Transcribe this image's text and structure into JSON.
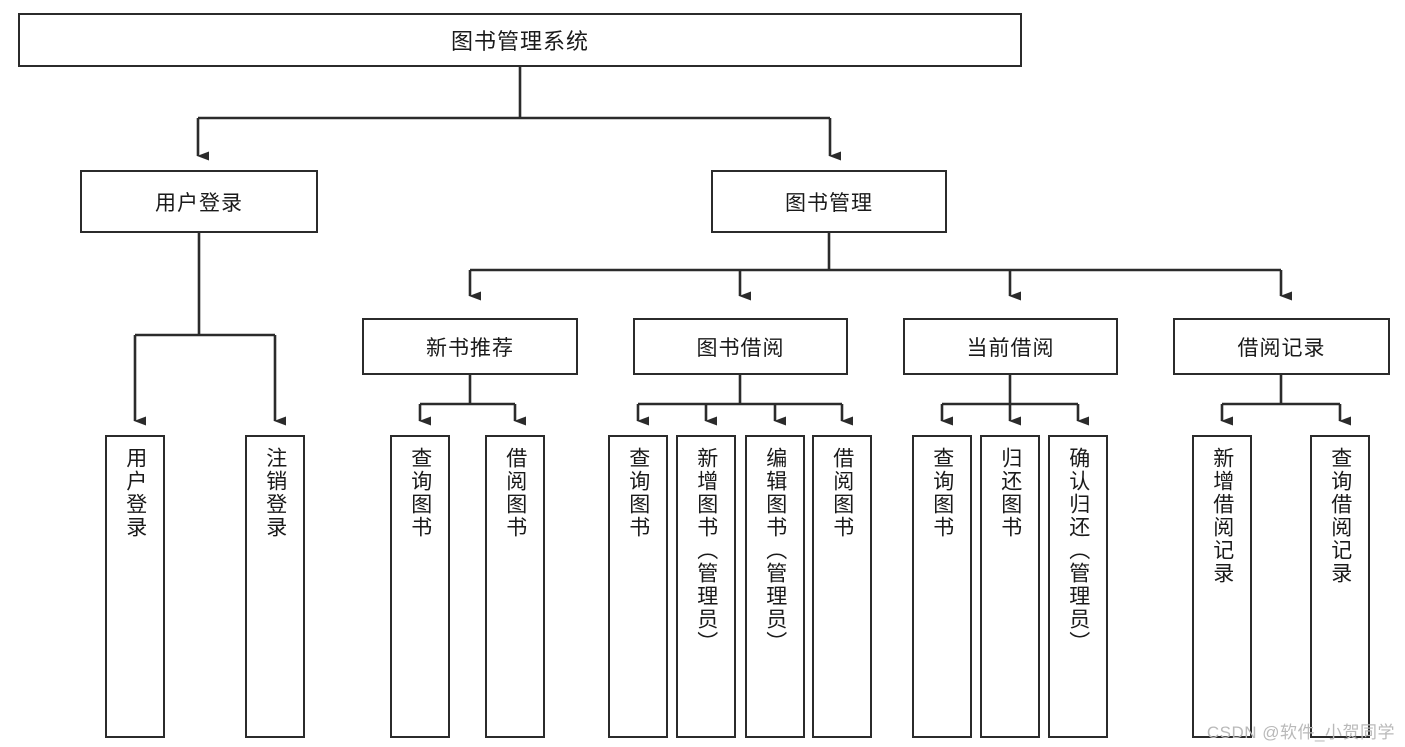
{
  "diagram": {
    "type": "tree",
    "title": "图书管理系统",
    "watermark": "CSDN @软件_小贺同学",
    "colors": {
      "box_border": "#2b2b2b",
      "box_fill": "#ffffff",
      "connector": "#2b2b2b",
      "text": "#1a1a1a",
      "watermark": "#b9b9b9"
    },
    "levels": {
      "root": {
        "label": "图书管理系统"
      },
      "level1": [
        {
          "label": "用户登录"
        },
        {
          "label": "图书管理"
        }
      ],
      "level2": [
        {
          "label": "新书推荐"
        },
        {
          "label": "图书借阅"
        },
        {
          "label": "当前借阅"
        },
        {
          "label": "借阅记录"
        }
      ],
      "leaves": {
        "user_login": [
          {
            "label": "用户登录"
          },
          {
            "label": "注销登录"
          }
        ],
        "new_book": [
          {
            "label": "查询图书"
          },
          {
            "label": "借阅图书"
          }
        ],
        "book_borrow": [
          {
            "label": "查询图书"
          },
          {
            "label": "新增图书（管理员）"
          },
          {
            "label": "编辑图书（管理员）"
          },
          {
            "label": "借阅图书"
          }
        ],
        "current_borrow": [
          {
            "label": "查询图书"
          },
          {
            "label": "归还图书"
          },
          {
            "label": "确认归还（管理员）"
          }
        ],
        "borrow_record": [
          {
            "label": "新增借阅记录"
          },
          {
            "label": "查询借阅记录"
          }
        ]
      }
    }
  }
}
